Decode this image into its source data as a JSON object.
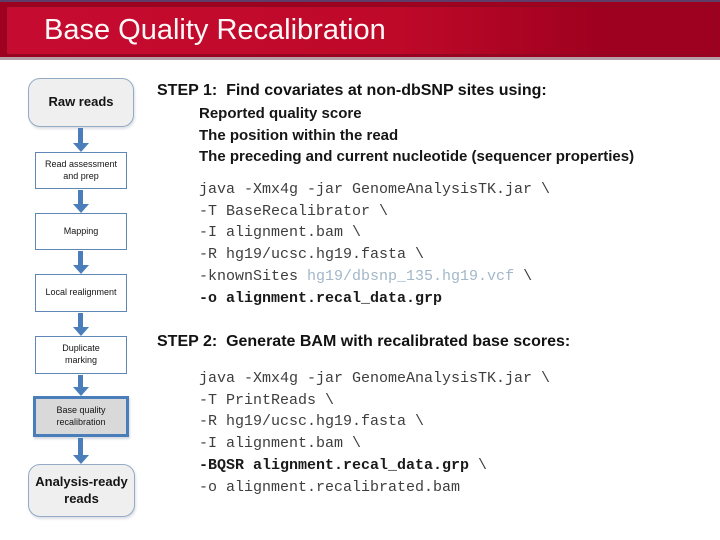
{
  "slide_title": "Base Quality Recalibration",
  "colors": {
    "header_red": "#C30A2E",
    "header_dark_red": "#9E001F",
    "header_top_line_purple": "#5E3D68",
    "header_bottom_line_mauve": "#B5A0AA",
    "flow_arrow_blue": "#4A7EBB",
    "node_gray_fill": "#EFEFEF",
    "highlight_gray_fill": "#D9D9D9",
    "code_path_blue": "#A2B7C9"
  },
  "flowchart": {
    "nodes": [
      {
        "label": "Raw reads"
      },
      {
        "label": "Read assessment\nand prep"
      },
      {
        "label": "Mapping"
      },
      {
        "label": "Local realignment"
      },
      {
        "label": "Duplicate\nmarking"
      },
      {
        "label": "Base quality\nrecalibration"
      },
      {
        "label": "Analysis-ready\nreads"
      }
    ]
  },
  "step1": {
    "heading": "STEP 1:  Find covariates at non-dbSNP sites using:",
    "bullets": "Reported quality score\nThe position within the read\nThe preceding and current nucleotide (sequencer properties)",
    "code": {
      "line1": "java -Xmx4g -jar GenomeAnalysisTK.jar \\",
      "line2": "-T BaseRecalibrator \\",
      "line3": "-I alignment.bam \\",
      "line4": "-R hg19/ucsc.hg19.fasta \\",
      "line5_prefix": "-knownSites ",
      "line5_path": "hg19/dbsnp_135.hg19.vcf",
      "line5_suffix": " \\",
      "line6_bold": "-o alignment.recal_data.grp"
    }
  },
  "step2": {
    "heading": "STEP 2:  Generate BAM with recalibrated base scores:",
    "code": {
      "line1": "java -Xmx4g -jar GenomeAnalysisTK.jar \\",
      "line2": "-T PrintReads \\",
      "line3": "-R hg19/ucsc.hg19.fasta \\",
      "line4": "-I alignment.bam \\",
      "line5_bold": "-BQSR alignment.recal_data.grp",
      "line5_suffix": " \\",
      "line6": "-o alignment.recalibrated.bam"
    }
  }
}
